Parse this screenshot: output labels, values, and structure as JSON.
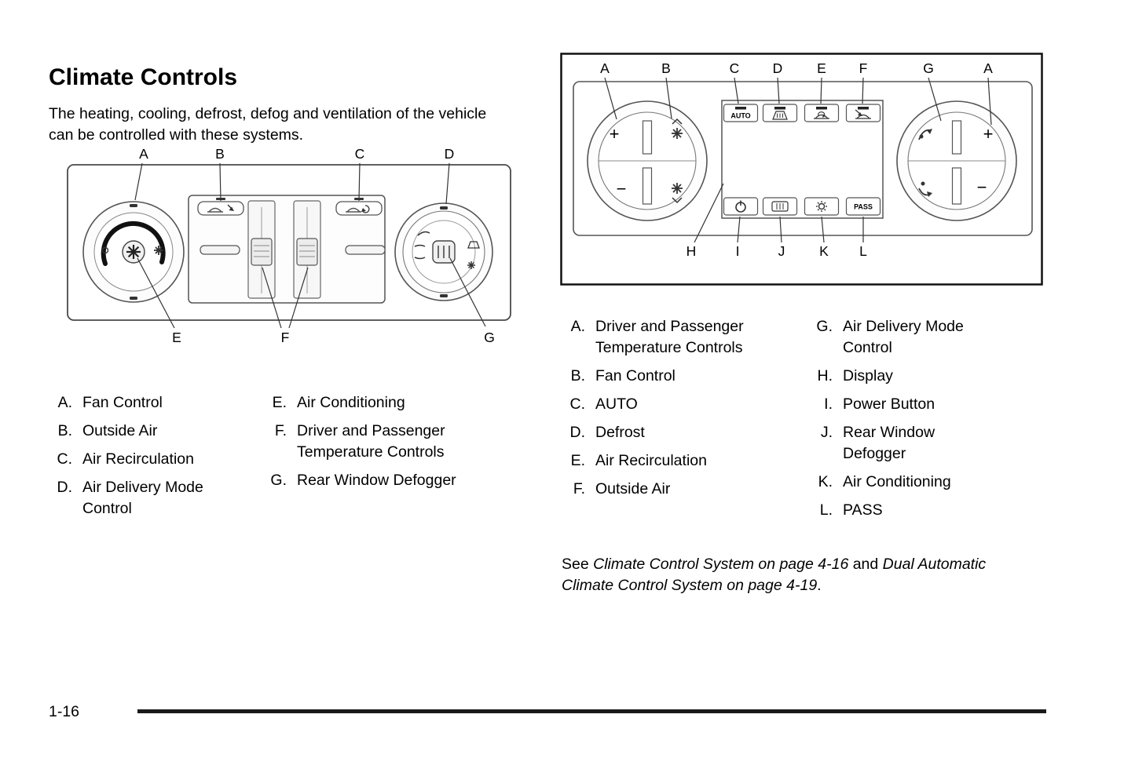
{
  "page": {
    "title": "Climate Controls",
    "intro": "The heating, cooling, defrost, defog and ventilation of the vehicle can be controlled with these systems.",
    "page_number": "1-16"
  },
  "manual_panel": {
    "callouts": {
      "a": "A",
      "b": "B",
      "c": "C",
      "d": "D",
      "e": "E",
      "f": "F",
      "g": "G"
    }
  },
  "auto_panel": {
    "callouts": {
      "a1": "A",
      "b": "B",
      "c": "C",
      "d": "D",
      "e": "E",
      "f": "F",
      "g": "G",
      "a2": "A",
      "h": "H",
      "i": "I",
      "j": "J",
      "k": "K",
      "l": "L"
    },
    "auto_button": "AUTO",
    "pass_button": "PASS",
    "plus_left": "+",
    "minus_left": "−",
    "plus_right": "+",
    "minus_right": "−"
  },
  "legend_left": {
    "col1": [
      {
        "key": "A.",
        "label": "Fan Control"
      },
      {
        "key": "B.",
        "label": "Outside Air"
      },
      {
        "key": "C.",
        "label": "Air Recirculation"
      },
      {
        "key": "D.",
        "label": "Air Delivery Mode Control"
      }
    ],
    "col2": [
      {
        "key": "E.",
        "label": "Air Conditioning"
      },
      {
        "key": "F.",
        "label": "Driver and Passenger Temperature Controls"
      },
      {
        "key": "G.",
        "label": "Rear Window Defogger"
      }
    ]
  },
  "legend_right": {
    "col1": [
      {
        "key": "A.",
        "label": "Driver and Passenger Temperature Controls"
      },
      {
        "key": "B.",
        "label": "Fan Control"
      },
      {
        "key": "C.",
        "label": "AUTO"
      },
      {
        "key": "D.",
        "label": "Defrost"
      },
      {
        "key": "E.",
        "label": "Air Recirculation"
      },
      {
        "key": "F.",
        "label": "Outside Air"
      }
    ],
    "col2": [
      {
        "key": "G.",
        "label": "Air Delivery Mode Control"
      },
      {
        "key": "H.",
        "label": "Display"
      },
      {
        "key": "I.",
        "label": "Power Button"
      },
      {
        "key": "J.",
        "label": "Rear Window Defogger"
      },
      {
        "key": "K.",
        "label": "Air Conditioning"
      },
      {
        "key": "L.",
        "label": "PASS"
      }
    ]
  },
  "see_also": {
    "prefix": "See ",
    "ref1": "Climate Control System on page 4-16",
    "conjunction": " and ",
    "ref2": "Dual Automatic Climate Control System on page 4-19",
    "suffix": "."
  }
}
